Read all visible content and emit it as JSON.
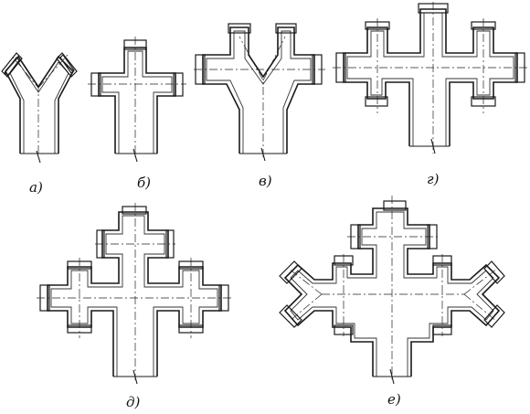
{
  "labels": {
    "a": "а)",
    "b": "б)",
    "v": "в)",
    "g": "г)",
    "d": "д)",
    "e": "е)"
  },
  "colors": {
    "ink": "#1a1a1a",
    "paper": "#ffffff"
  }
}
